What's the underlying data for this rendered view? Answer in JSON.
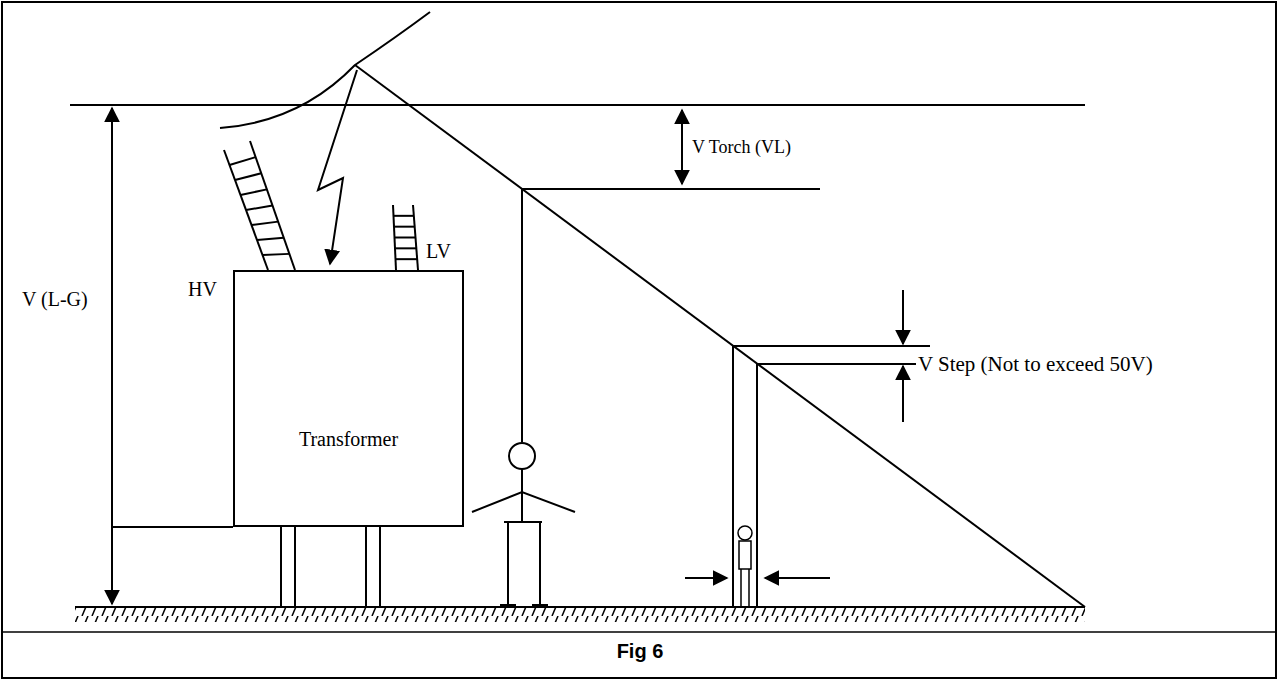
{
  "diagram": {
    "caption": "Fig 6",
    "nodes": [
      {
        "text": [
          "Transformer"
        ]
      }
    ],
    "labels": [
      "HV",
      "LV",
      "V (L-G)",
      "V Torch (VL)",
      "V Step (Not to exceed 50V)"
    ]
  }
}
